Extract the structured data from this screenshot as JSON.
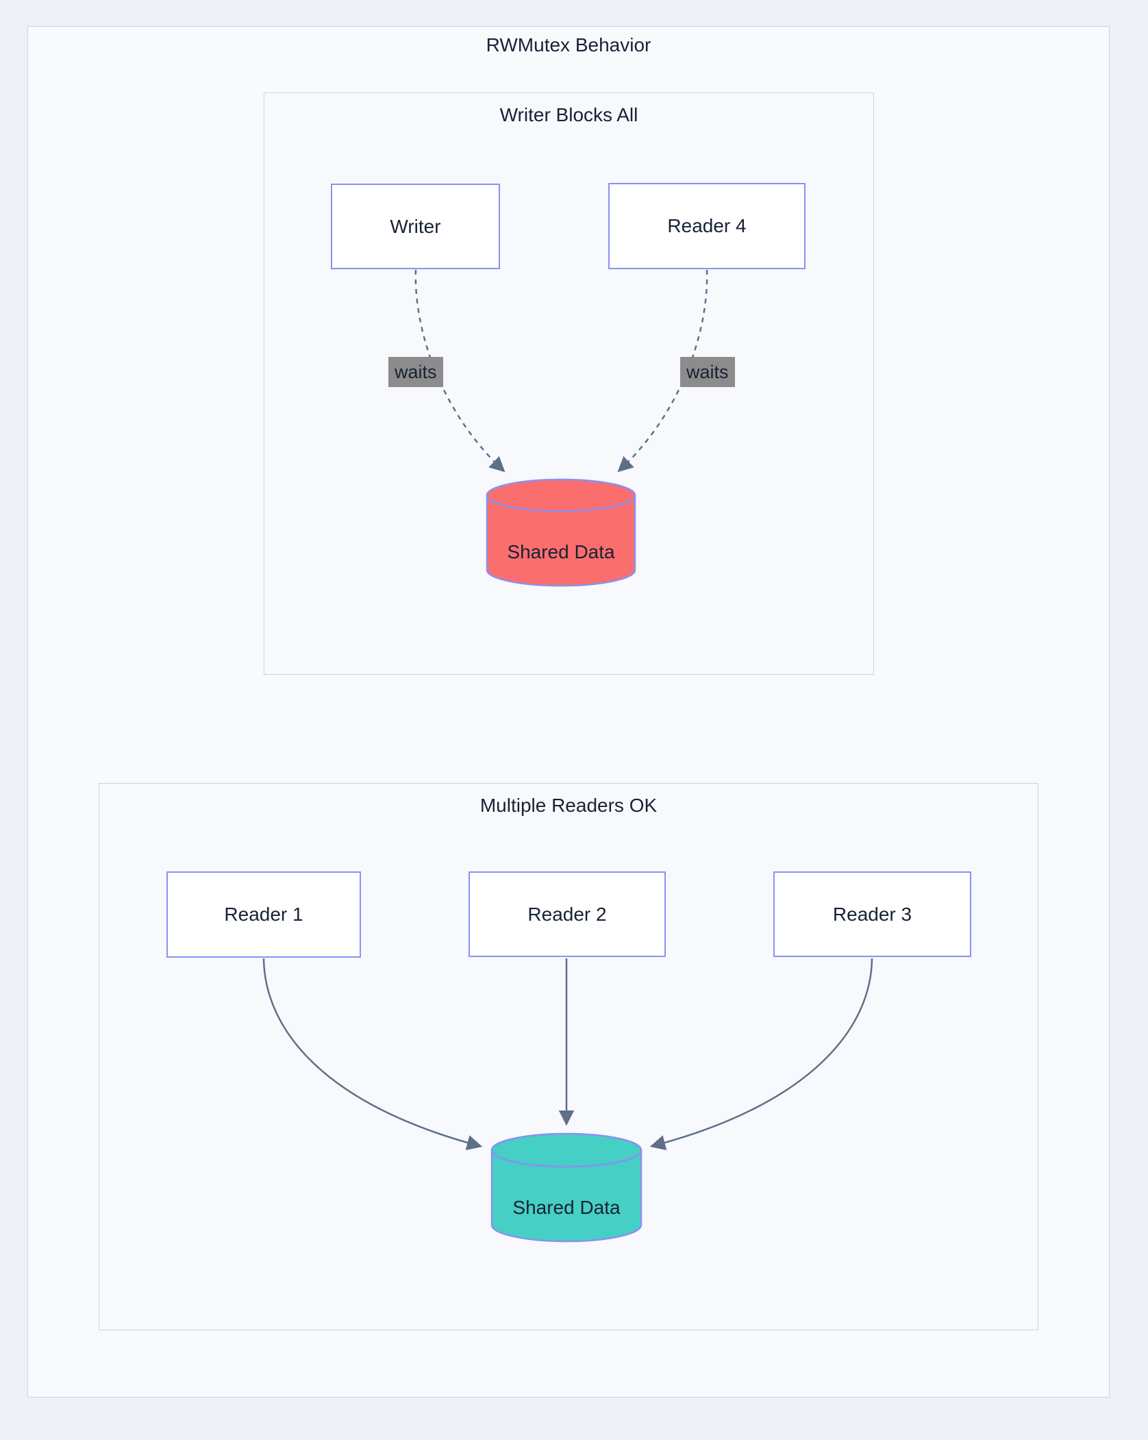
{
  "title": "RWMutex Behavior",
  "subgraphs": [
    {
      "title": "Writer Blocks All"
    },
    {
      "title": "Multiple Readers OK"
    }
  ],
  "nodes": {
    "writer": {
      "label": "Writer"
    },
    "reader4": {
      "label": "Reader 4"
    },
    "reader1": {
      "label": "Reader 1"
    },
    "reader2": {
      "label": "Reader 2"
    },
    "reader3": {
      "label": "Reader 3"
    },
    "shared_blocked": {
      "label": "Shared Data"
    },
    "shared_ok": {
      "label": "Shared Data"
    }
  },
  "edges": [
    {
      "from": "Writer",
      "to": "Shared Data",
      "label": "waits",
      "style": "dashed"
    },
    {
      "from": "Reader 4",
      "to": "Shared Data",
      "label": "waits",
      "style": "dashed"
    },
    {
      "from": "Reader 1",
      "to": "Shared Data",
      "label": "",
      "style": "solid"
    },
    {
      "from": "Reader 2",
      "to": "Shared Data",
      "label": "",
      "style": "solid"
    },
    {
      "from": "Reader 3",
      "to": "Shared Data",
      "label": "",
      "style": "solid"
    }
  ],
  "colors": {
    "page_bg": "#edf1f7",
    "container_bg": "#f8fafc",
    "container_border": "#c9d2e2",
    "subgraph_bg": "#f7f9fc",
    "subgraph_border": "#ccd4e2",
    "node_border": "#8a91f2",
    "node_fill": "#ffffff",
    "text": "#182235",
    "edge": "#5f6f89",
    "label_bg": "#8c8c8c",
    "red_fill": "#fb6e6e",
    "teal_fill": "#46cfc5"
  }
}
